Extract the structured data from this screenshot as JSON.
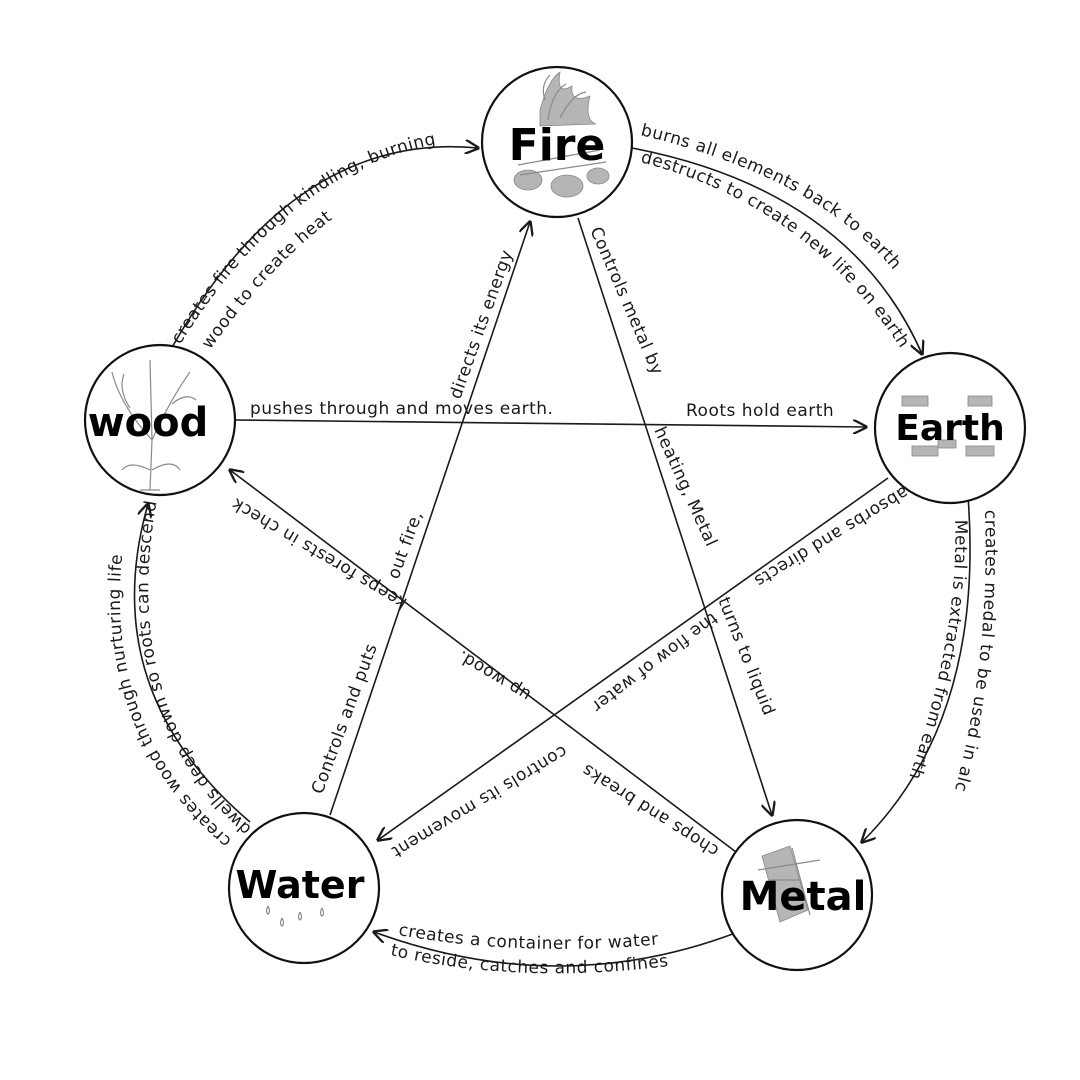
{
  "nodes": {
    "fire": "Fire",
    "earth": "Earth",
    "metal": "Metal",
    "water": "Water",
    "wood": "wood"
  },
  "edges": {
    "wood_fire": [
      "creates fire through kindling, burning",
      "wood to create heat"
    ],
    "fire_earth": [
      "burns all elements back to earth",
      "destructs to create new life on earth"
    ],
    "earth_metal": [
      "creates medal to be used in alchemy",
      "Metal is extracted from earth"
    ],
    "metal_water": [
      "creates a container for water",
      "to reside, catches and confines"
    ],
    "water_wood": [
      "creates wood through nurturing life",
      "dwells deep down so roots can descend"
    ],
    "wood_earth_a": "pushes  through and  moves  earth.",
    "wood_earth_b": "Roots hold  earth",
    "fire_metal_a": "Controls  metal  by",
    "fire_metal_b": "heating, Metal",
    "fire_metal_c": "turns to liquid",
    "water_fire_a": "directs its energy",
    "water_fire_b": "out  fire,",
    "water_fire_c": "Controls and puts",
    "earth_water_a": "absorbs and directs",
    "earth_water_b": "the flow of water",
    "earth_water_c": "controls its movement",
    "metal_wood_a": "keeps  forests in check",
    "metal_wood_b": "up wood.",
    "metal_wood_c": "chops  and  breaks"
  }
}
